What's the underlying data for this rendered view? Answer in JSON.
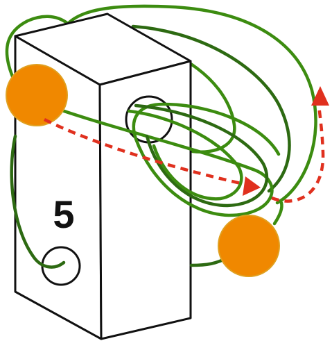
{
  "block": {
    "number": "5"
  },
  "colors": {
    "cord_light": "#3c8c10",
    "cord_dark": "#2d6a12",
    "ball_fill": "#f08800",
    "ball_outline": "#e0a020",
    "arrow": "#e0301e",
    "block_outline": "#111111",
    "block_fill": "#ffffff"
  },
  "elements": {
    "ball_count": 2,
    "hole_count": 2,
    "direction_arrows": 2
  }
}
